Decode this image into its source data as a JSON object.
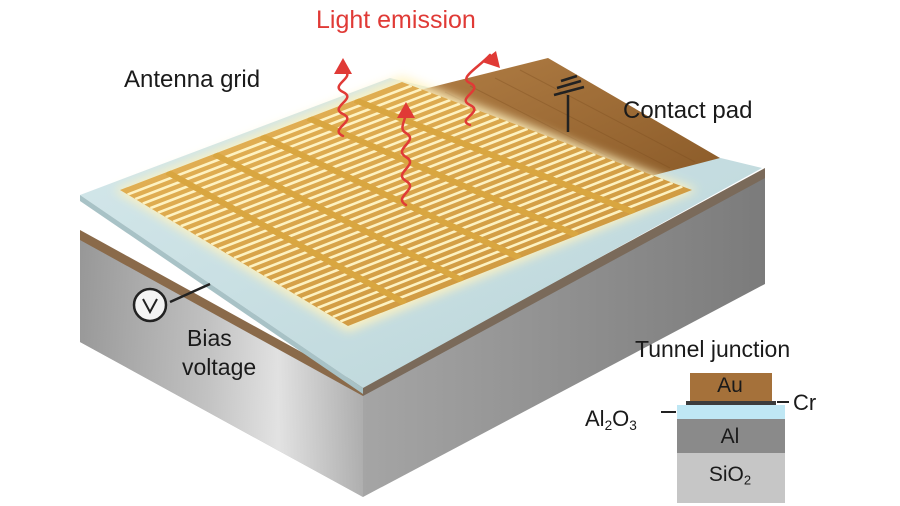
{
  "labels": {
    "light_emission": "Light emission",
    "antenna_grid": "Antenna grid",
    "contact_pad": "Contact pad",
    "bias_line1": "Bias",
    "bias_line2": "voltage",
    "tunnel_junction": "Tunnel junction"
  },
  "stack": {
    "au": "Au",
    "cr": "Cr",
    "al2o3_base": "Al",
    "al2o3_sub1": "2",
    "al2o3_mid": "O",
    "al2o3_sub2": "3",
    "al": "Al",
    "sio2_base": "SiO",
    "sio2_sub": "2"
  },
  "colors": {
    "emission": "#e03a36",
    "gold": "#d9a640",
    "glow": "#fff6c8",
    "contact_pad": "#a5713a",
    "oxide": "#bfe7f4",
    "al": "#8a8a8a",
    "sio2": "#c6c6c6",
    "substrate": "#b7b7b7"
  },
  "icons": {
    "voltmeter": "voltmeter-icon",
    "ground": "ground-icon"
  }
}
